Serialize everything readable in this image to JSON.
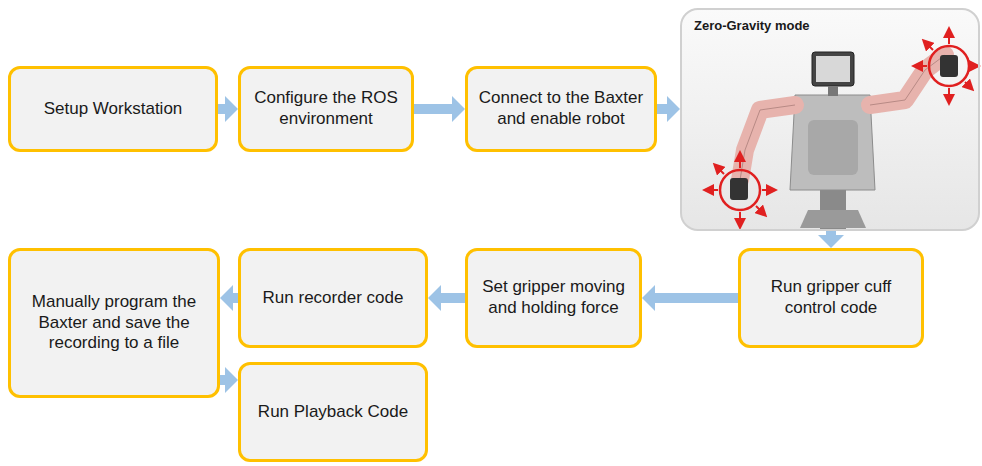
{
  "diagram": {
    "nodes": [
      {
        "text": [
          "Setup Workstation"
        ]
      },
      {
        "text": [
          "Configure the ROS environment"
        ]
      },
      {
        "text": [
          "Connect to the Baxter and enable robot"
        ]
      },
      {
        "text": [
          "Zero-Gravity mode"
        ]
      },
      {
        "text": [
          "Run gripper cuff control code"
        ]
      },
      {
        "text": [
          "Set gripper moving and holding force"
        ]
      },
      {
        "text": [
          "Run recorder code"
        ]
      },
      {
        "text": [
          "Manually program the Baxter and save the recording to a file"
        ]
      },
      {
        "text": [
          "Run Playback Code"
        ]
      }
    ],
    "edges": [
      {
        "from": 0,
        "to": 1,
        "arrow": "to"
      },
      {
        "from": 1,
        "to": 2,
        "arrow": "to"
      },
      {
        "from": 2,
        "to": 3,
        "arrow": "to"
      },
      {
        "from": 3,
        "to": 4,
        "arrow": "to"
      },
      {
        "from": 4,
        "to": 5,
        "arrow": "to"
      },
      {
        "from": 5,
        "to": 6,
        "arrow": "to"
      },
      {
        "from": 6,
        "to": 7,
        "arrow": "to"
      },
      {
        "from": 7,
        "to": 8,
        "arrow": "to"
      }
    ]
  }
}
